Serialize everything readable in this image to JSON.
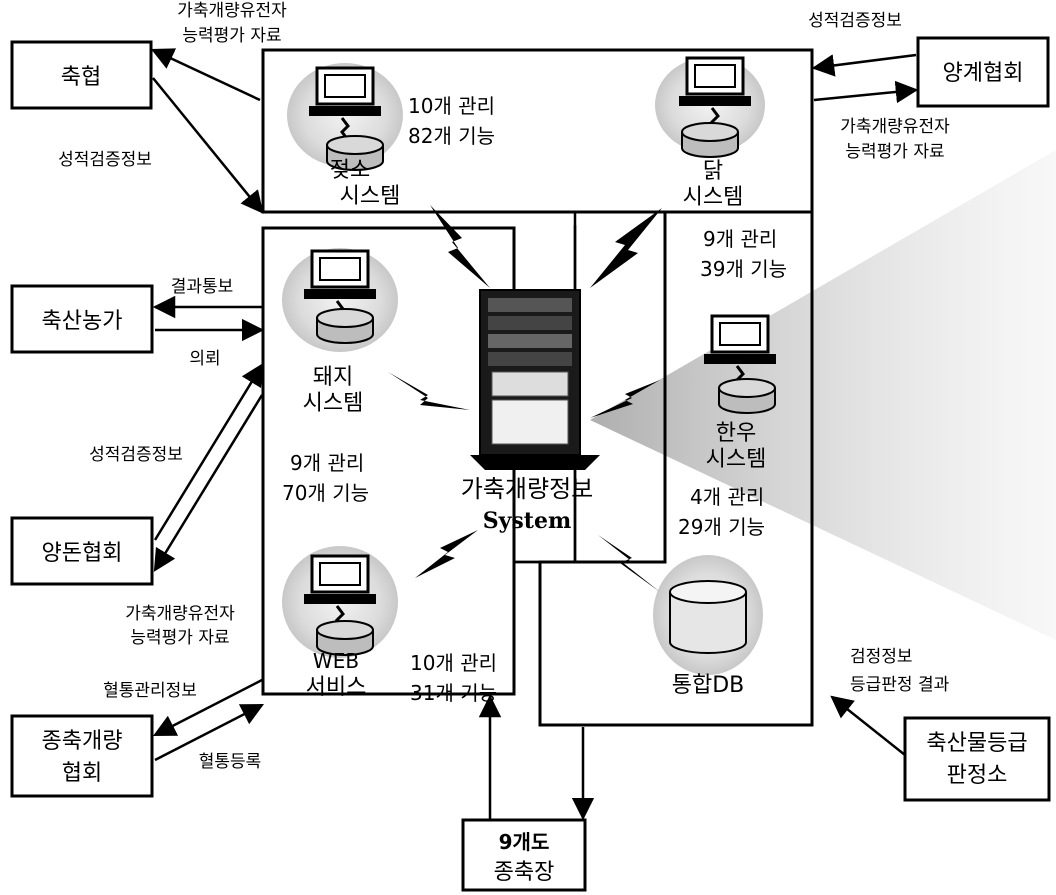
{
  "center": {
    "title": "가축개량정보",
    "subtitle": "System"
  },
  "modules": {
    "cattle": {
      "name_line1": "젖소",
      "name_line2": "시스템",
      "count": "10개 관리",
      "func": "82개 기능",
      "db": "DB"
    },
    "chicken": {
      "name_line1": "닭",
      "name_line2": "시스템",
      "count": "9개 관리",
      "func": "39개 기능",
      "db": "DB"
    },
    "pig": {
      "name_line1": "돼지",
      "name_line2": "시스템",
      "count": "9개 관리",
      "func": "70개 기능",
      "db": "DB"
    },
    "hanwoo": {
      "name_line1": "한우",
      "name_line2": "시스템",
      "count": "4개 관리",
      "func": "29개 기능",
      "db": "DB"
    },
    "web": {
      "name_line1": "WEB",
      "name_line2": "서비스",
      "count": "10개 관리",
      "func": "31개 기능",
      "db": "DB"
    },
    "integrated_db": {
      "name": "통합DB"
    }
  },
  "external": {
    "nh": "축협",
    "poultry": "양계협회",
    "farm": "축산농가",
    "swine": "양돈협회",
    "breeding_line1": "종축개량",
    "breeding_line2": "협회",
    "grading_line1": "축산물등급",
    "grading_line2": "판정소",
    "stations_line1": "9개도",
    "stations_line2": "종축장"
  },
  "flows": {
    "nh_top_line1": "가축개량유전자",
    "nh_top_line2": "능력평가 자료",
    "nh_bottom": "성적검증정보",
    "poultry_top": "성적검증정보",
    "poultry_bottom_line1": "가축개량유전자",
    "poultry_bottom_line2": "능력평가 자료",
    "farm_result": "결과통보",
    "farm_request": "의뢰",
    "swine_perf": "성적검증정보",
    "swine_bottom_line1": "가축개량유전자",
    "swine_bottom_line2": "능력평가 자료",
    "breeding_pedigree": "혈통관리정보",
    "breeding_register": "혈통등록",
    "grading_line1": "검정정보",
    "grading_line2": "등급판정 결과"
  }
}
